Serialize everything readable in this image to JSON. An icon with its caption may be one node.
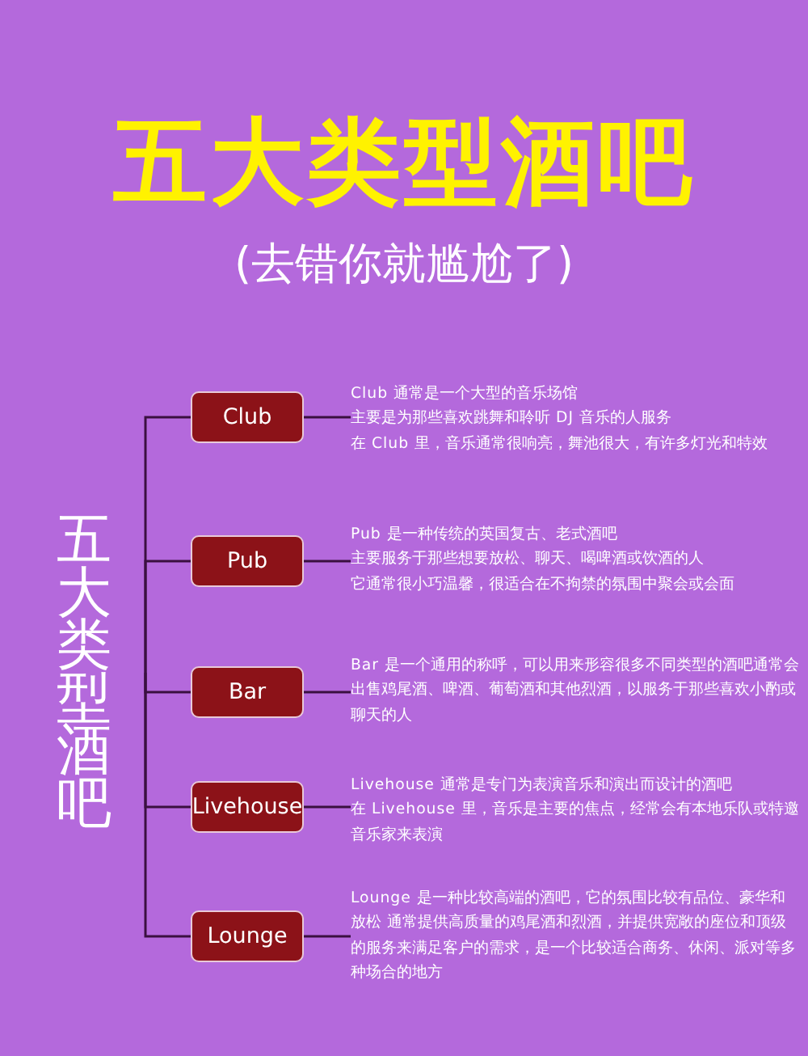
{
  "diagram": {
    "title": "五大类型酒吧",
    "nodes": [
      {
        "text": [
          "五大类型酒吧"
        ]
      },
      {
        "text": [
          "Club"
        ]
      },
      {
        "text": [
          "Club 通常是一个大型的音乐场馆",
          "主要是为那些喜欢跳舞和聆听 DJ 音乐的人服务",
          "在 Club 里，音乐通常很响亮，舞池很大，有许多灯光和特效"
        ]
      },
      {
        "text": [
          "Pub"
        ]
      },
      {
        "text": [
          "Pub 是一种传统的英国复古、老式酒吧",
          "主要服务于那些想要放松、聊天、喝啤酒或饮酒的人",
          "它通常很小巧温馨，很适合在不拘禁的氛围中聚会或会面"
        ]
      },
      {
        "text": [
          "Bar"
        ]
      },
      {
        "text": [
          "Bar 是一个通用的称呼，可以用来形容很多不同类型的酒吧通常会出售鸡尾酒、啤酒、葡萄酒和其他烈酒，以服务于那些喜欢小酌或聊天的人"
        ]
      },
      {
        "text": [
          "Livehouse"
        ]
      },
      {
        "text": [
          "Livehouse 通常是专门为表演音乐和演出而设计的酒吧",
          "在 Livehouse 里，音乐是主要的焦点，经常会有本地乐队或特邀音乐家来表演"
        ]
      },
      {
        "text": [
          "Lounge"
        ]
      },
      {
        "text": [
          "Lounge 是一种比较高端的酒吧，它的氛围比较有品位、豪华和放松 通常提供高质量的鸡尾酒和烈酒，并提供宽敞的座位和顶级的服务来满足客户的需求，是一个比较适合商务、休闲、派对等多种场合的地方"
        ]
      }
    ],
    "edges": [
      {
        "from": 0,
        "to": 1,
        "arrow": "none"
      },
      {
        "from": 0,
        "to": 3,
        "arrow": "none"
      },
      {
        "from": 0,
        "to": 5,
        "arrow": "none"
      },
      {
        "from": 0,
        "to": 7,
        "arrow": "none"
      },
      {
        "from": 0,
        "to": 9,
        "arrow": "none"
      },
      {
        "from": 1,
        "to": 2,
        "arrow": "none"
      },
      {
        "from": 3,
        "to": 4,
        "arrow": "none"
      },
      {
        "from": 5,
        "to": 6,
        "arrow": "none"
      },
      {
        "from": 7,
        "to": 8,
        "arrow": "none"
      },
      {
        "from": 9,
        "to": 10,
        "arrow": "none"
      }
    ],
    "labels": [
      "(去错你就尴尬了)"
    ]
  }
}
